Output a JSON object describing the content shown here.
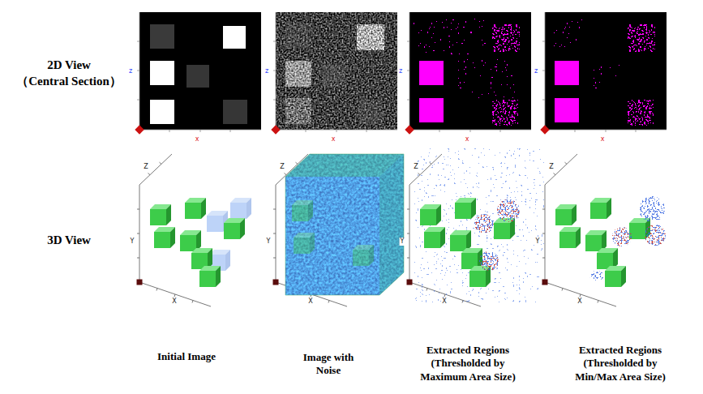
{
  "diagram": {
    "labels": [
      "2D View",
      "（Central Section）",
      "z",
      "x",
      "z",
      "x",
      "z",
      "x",
      "z",
      "x",
      "3D View",
      "Z",
      "Y",
      "X",
      "Z",
      "Y",
      "X",
      "Z",
      "Y",
      "X",
      "Z",
      "Y",
      "X",
      "Initial Image",
      "Image with Noise",
      "Extracted Regions (Thresholded by Maximum Area Size)",
      "Extracted Regions (Thresholded by Min/Max Area Size)"
    ]
  }
}
